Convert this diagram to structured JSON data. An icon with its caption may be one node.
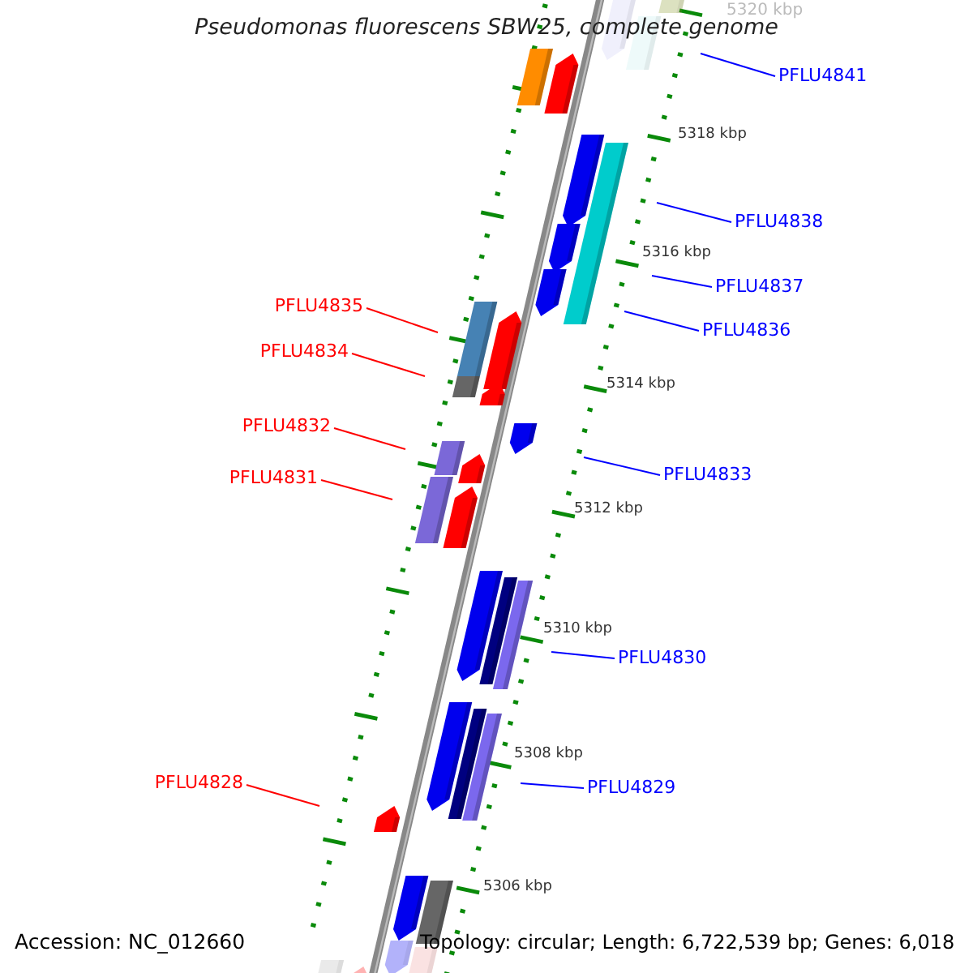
{
  "diagram": {
    "title": "Pseudomonas fluorescens SBW25, complete genome",
    "nodes": [
      {
        "text": [
          "PFLU4841"
        ]
      },
      {
        "text": [
          "PFLU4838"
        ]
      },
      {
        "text": [
          "PFLU4837"
        ]
      },
      {
        "text": [
          "PFLU4835"
        ]
      },
      {
        "text": [
          "PFLU4836"
        ]
      },
      {
        "text": [
          "PFLU4834"
        ]
      },
      {
        "text": [
          "PFLU4832"
        ]
      },
      {
        "text": [
          "PFLU4833"
        ]
      },
      {
        "text": [
          "PFLU4831"
        ]
      },
      {
        "text": [
          "PFLU4828"
        ]
      },
      {
        "text": [
          "PFLU4830"
        ]
      },
      {
        "text": [
          "PFLU4829"
        ]
      }
    ],
    "edges": [
      {
        "from": 0,
        "to": null,
        "arrow": "none",
        "color": "#0000ff"
      },
      {
        "from": 1,
        "to": null,
        "arrow": "none",
        "color": "#0000ff"
      },
      {
        "from": 2,
        "to": null,
        "arrow": "none",
        "color": "#0000ff"
      },
      {
        "from": 3,
        "to": null,
        "arrow": "none",
        "color": "#ff0000"
      },
      {
        "from": 4,
        "to": null,
        "arrow": "none",
        "color": "#0000ff"
      },
      {
        "from": 5,
        "to": null,
        "arrow": "none",
        "color": "#ff0000"
      },
      {
        "from": 6,
        "to": null,
        "arrow": "none",
        "color": "#ff0000"
      },
      {
        "from": 7,
        "to": null,
        "arrow": "none",
        "color": "#0000ff"
      },
      {
        "from": 8,
        "to": null,
        "arrow": "none",
        "color": "#ff0000"
      },
      {
        "from": 9,
        "to": null,
        "arrow": "none",
        "color": "#ff0000"
      },
      {
        "from": 10,
        "to": null,
        "arrow": "none",
        "color": "#0000ff"
      },
      {
        "from": 11,
        "to": null,
        "arrow": "none",
        "color": "#0000ff"
      }
    ],
    "labels": [
      "5320 kbp",
      "5318 kbp",
      "5316 kbp",
      "5314 kbp",
      "5312 kbp",
      "5310 kbp",
      "5308 kbp",
      "5306 kbp",
      "Accession: NC_012660",
      "Topology: circular; Length: 6,722,539 bp; Genes: 6,018"
    ]
  }
}
